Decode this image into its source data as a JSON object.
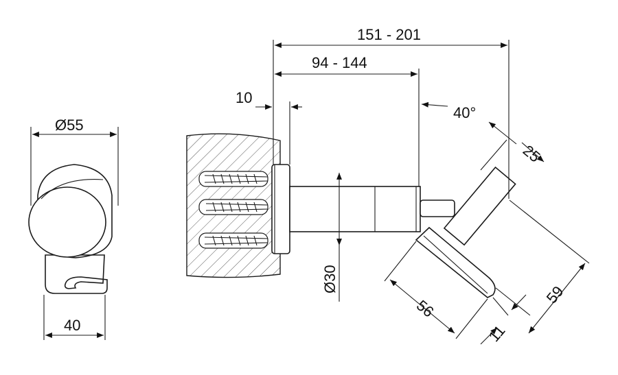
{
  "dimensions": {
    "overall_depth": "151 - 201",
    "body_depth": "94 - 144",
    "flange_thickness": "10",
    "angle": "40°",
    "head_width": "25",
    "head_height": "59",
    "cradle_length": "56",
    "cradle_thickness": "11",
    "stem_diameter": "Ø30",
    "front_diameter": "Ø55",
    "front_width": "40"
  }
}
